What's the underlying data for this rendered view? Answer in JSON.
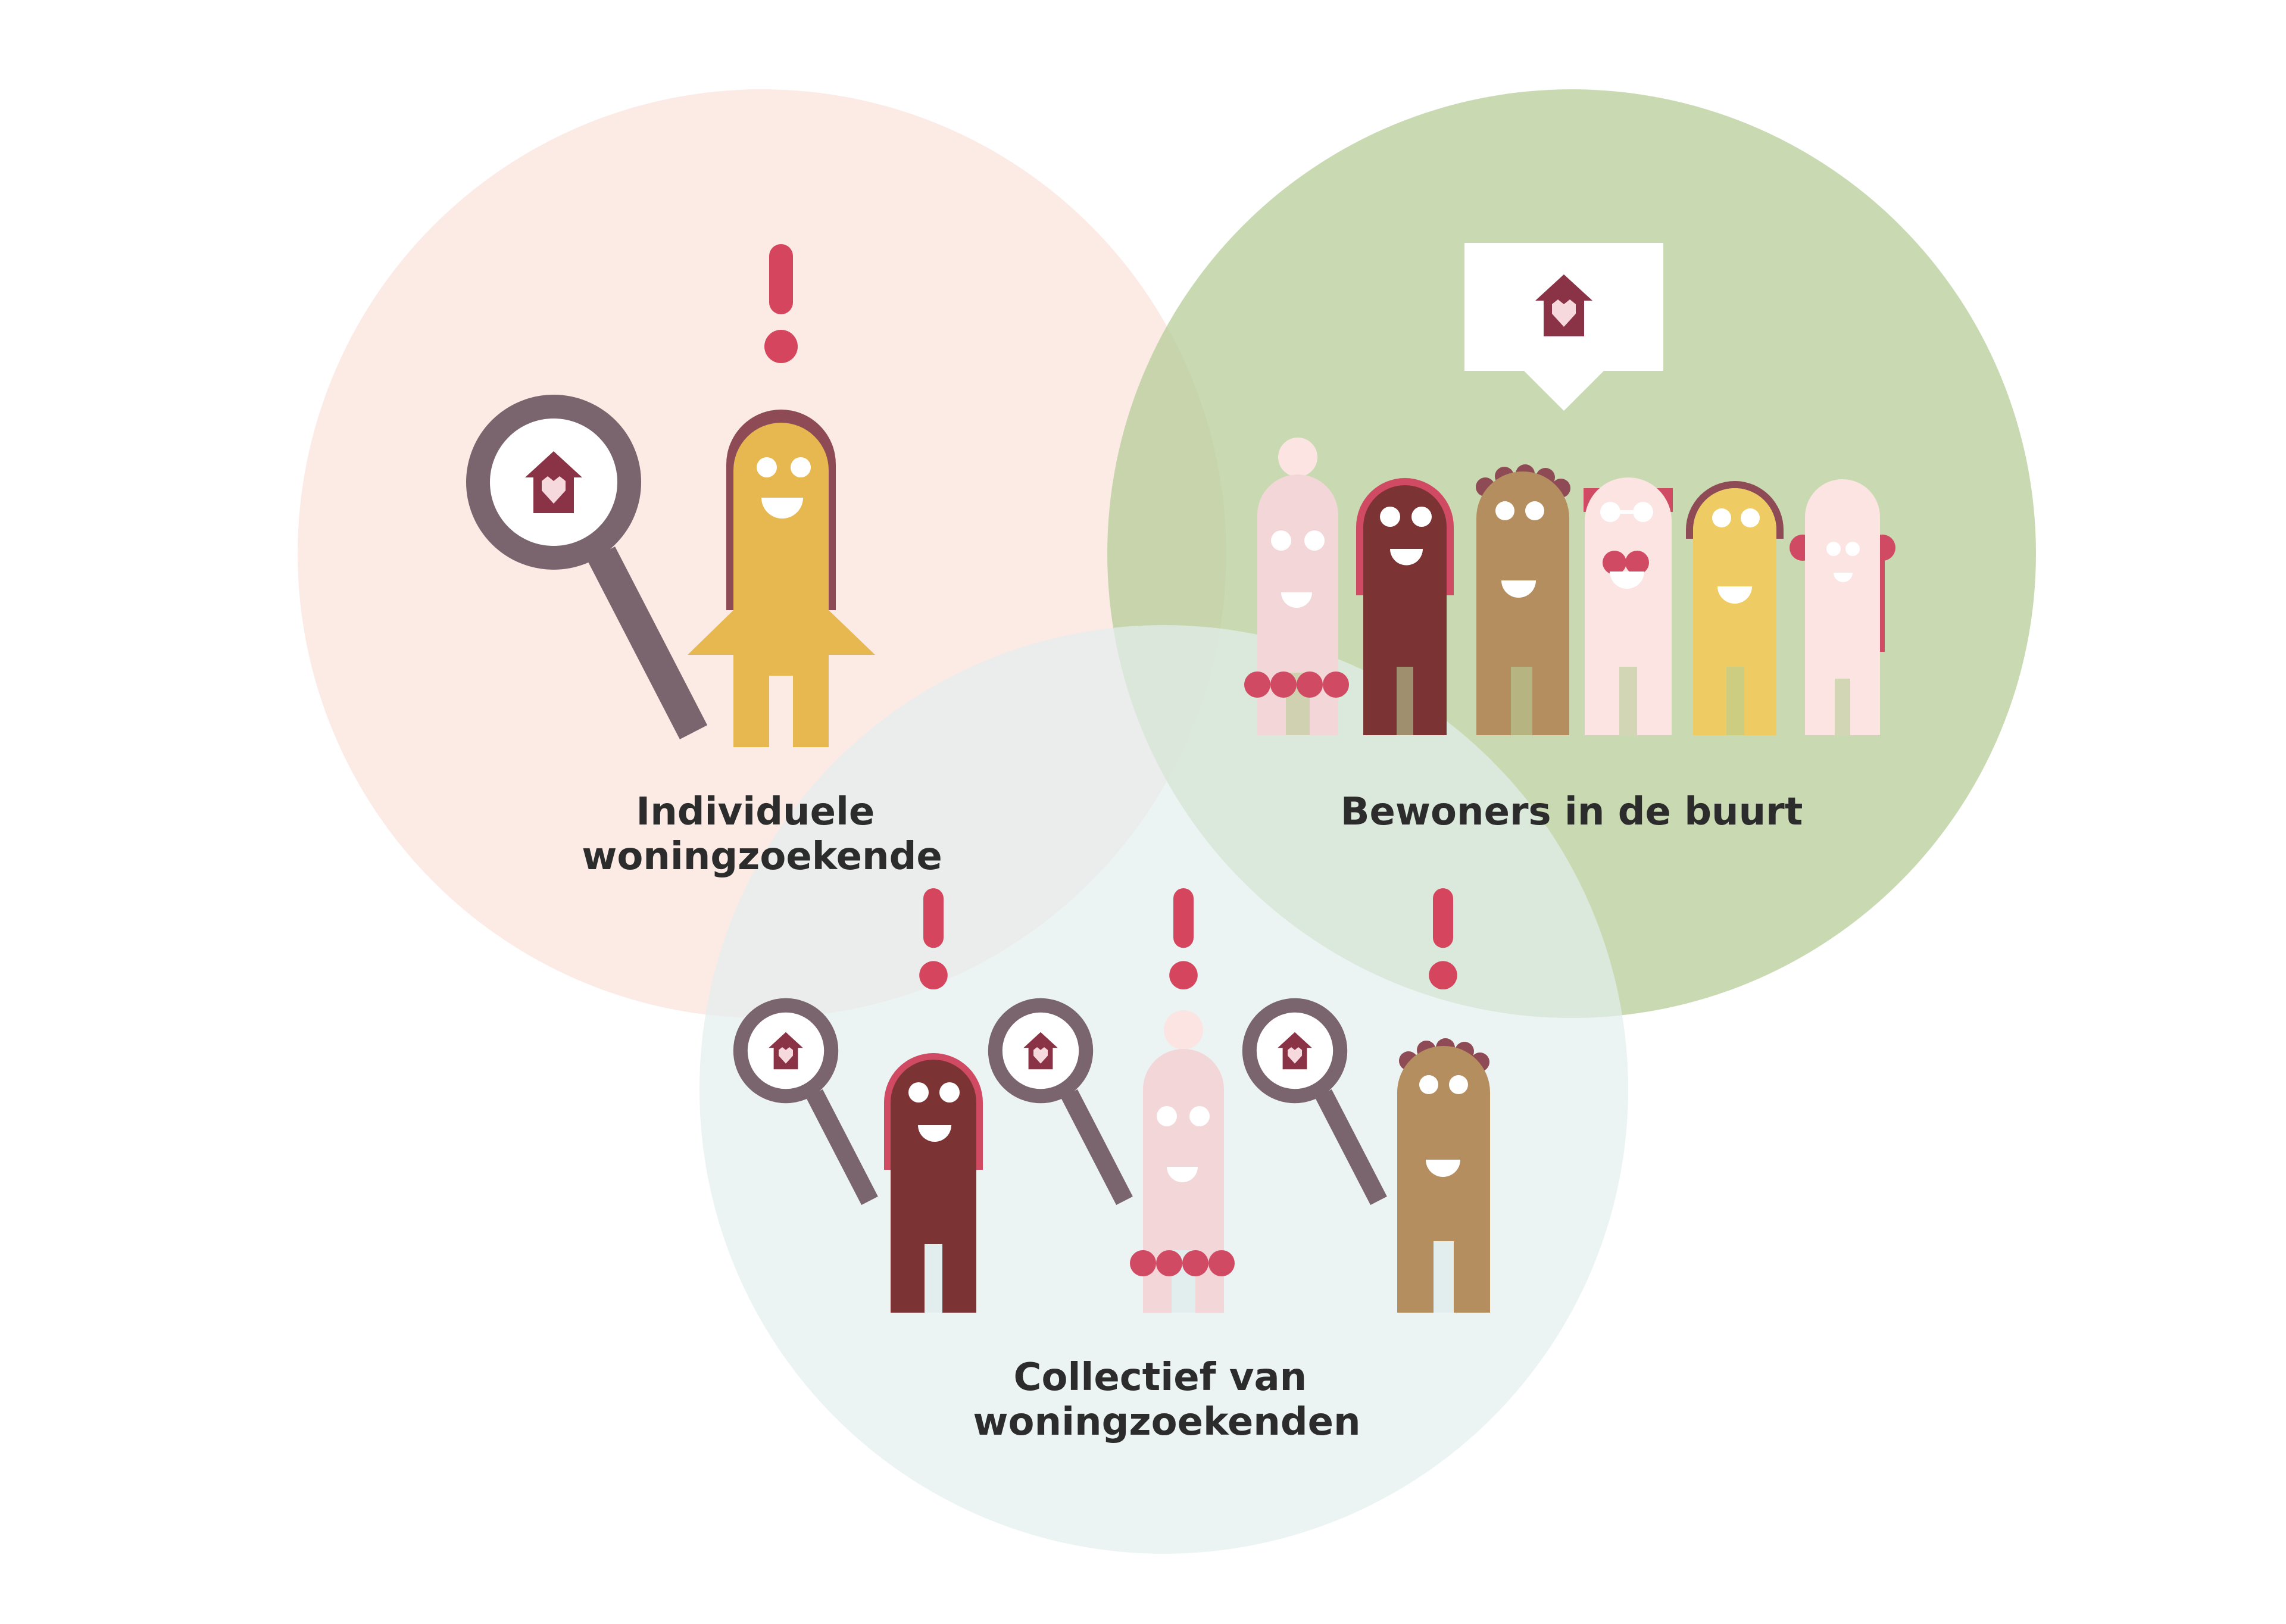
{
  "colors": {
    "circle_individual": "#fbe6e0",
    "circle_residents": "#b7cd98",
    "circle_collective": "#e2eeee",
    "magnifier": "#7a646d",
    "house": "#8a3347",
    "heart": "#f6d9dc",
    "exclamation": "#d6455e",
    "person_yellow": "#e6b84f",
    "person_brown": "#7b3433",
    "person_tan": "#b48e5f",
    "person_pink": "#f3d6d8",
    "person_lightpink": "#fbe4e1",
    "hair_accent": "#8e4b55",
    "beads": "#cf4a62",
    "speech_bubble": "#ffffff",
    "text": "#2c2c2c"
  },
  "groups": {
    "individual": {
      "label_lines": [
        "Individuele",
        "woningzoekende"
      ]
    },
    "residents": {
      "label_lines": [
        "Bewoners in de buurt"
      ]
    },
    "collective": {
      "label_lines": [
        "Collectief van",
        "woningzoekenden"
      ]
    }
  },
  "icons": [
    "magnifier-house-icon",
    "exclamation-icon",
    "speech-bubble-house-icon",
    "person-icon"
  ]
}
